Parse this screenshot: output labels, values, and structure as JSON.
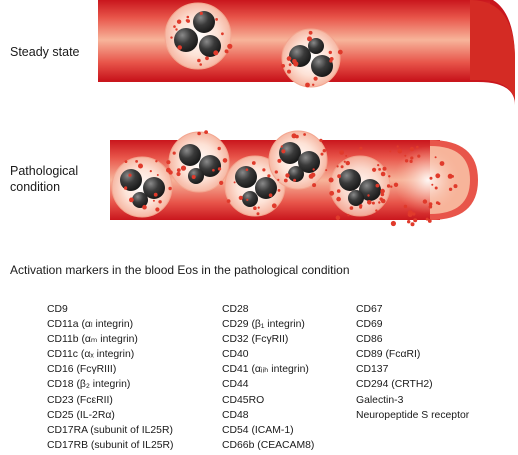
{
  "illustration": {
    "states": [
      {
        "label": "Steady state"
      },
      {
        "label": "Pathological\ncondition"
      }
    ],
    "colors": {
      "vessel_outer": "#c9161d",
      "vessel_mid": "#e8554a",
      "vessel_inner": "#f7b49a",
      "cell_body": "#fde2d6",
      "nucleus": "#2b2b2b",
      "granule": "#e03a2b"
    }
  },
  "markers": {
    "heading": "Activation markers in the blood Eos in the pathological condition",
    "columns": [
      [
        "CD9",
        "CD11a (αₗ integrin)",
        "CD11b (αₘ integrin)",
        "CD11c (αₓ integrin)",
        "CD16 (FcγRIII)",
        "CD18 (β₂ integrin)",
        "CD23 (FcεRII)",
        "CD25 (IL-2Rα)",
        "CD17RA (subunit of IL25R)",
        "CD17RB (subunit of IL25R)"
      ],
      [
        "CD28",
        "CD29 (β₁ integrin)",
        "CD32 (FcγRII)",
        "CD40",
        "CD41 (αᵢᵢₕ integrin)",
        "CD44",
        "CD45RO",
        "CD48",
        "CD54 (ICAM-1)",
        "CD66b (CEACAM8)"
      ],
      [
        "CD67",
        "CD69",
        "CD86",
        "CD89 (FcαRI)",
        "CD137",
        "CD294 (CRTH2)",
        "Galectin-3",
        "Neuropeptide S receptor"
      ]
    ]
  }
}
